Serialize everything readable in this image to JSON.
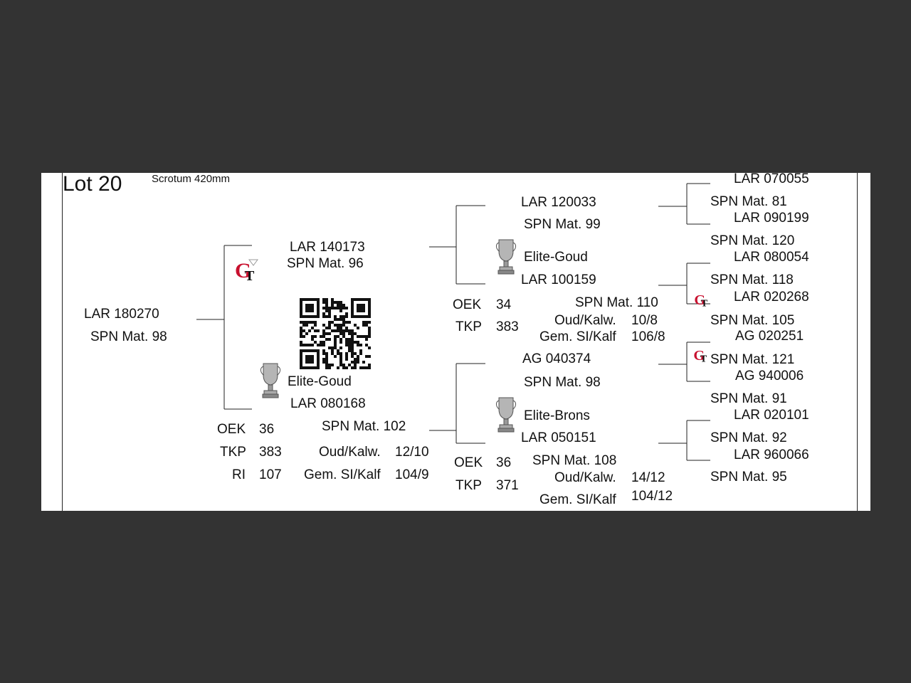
{
  "lot_title": "Lot 20",
  "scrotum": "Scrotum 420mm",
  "animal": {
    "id": "LAR 180270",
    "spn": "SPN Mat. 98"
  },
  "sire": {
    "id": "LAR 140173",
    "spn": "SPN Mat. 96",
    "stats": {
      "oek_label": "OEK",
      "oek": "36",
      "tkp_label": "TKP",
      "tkp": "383",
      "ri_label": "RI",
      "ri": "107"
    }
  },
  "dam": {
    "award": "Elite-Goud",
    "id": "LAR 080168",
    "spn": "SPN Mat. 102",
    "oud_label": "Oud/Kalw.",
    "oud": "12/10",
    "gem_label": "Gem. SI/Kalf",
    "gem": "104/9"
  },
  "sire_sire": {
    "id": "LAR 120033",
    "spn": "SPN Mat. 99"
  },
  "sire_dam": {
    "award": "Elite-Goud",
    "id": "LAR 100159",
    "spn": "SPN Mat. 110",
    "oek_label": "OEK",
    "oek": "34",
    "tkp_label": "TKP",
    "tkp": "383",
    "oud_label": "Oud/Kalw.",
    "oud": "10/8",
    "gem_label": "Gem. SI/Kalf",
    "gem": "106/8"
  },
  "dam_sire": {
    "id": "AG  040374",
    "spn": "SPN Mat. 98"
  },
  "dam_dam": {
    "award": "Elite-Brons",
    "id": "LAR 050151",
    "spn": "SPN Mat. 108",
    "oek_label": "OEK",
    "oek": "36",
    "tkp_label": "TKP",
    "tkp": "371",
    "oud_label": "Oud/Kalw.",
    "oud": "14/12",
    "gem_label": "Gem. SI/Kalf",
    "gem": "104/12"
  },
  "ggp": [
    {
      "id": "LAR 070055",
      "spn": "SPN Mat. 81"
    },
    {
      "id": "LAR 090199",
      "spn": "SPN Mat. 120"
    },
    {
      "id": "LAR 080054",
      "spn": "SPN Mat. 118"
    },
    {
      "id": "LAR 020268",
      "spn": "SPN Mat. 105"
    },
    {
      "id": "AG  020251",
      "spn": "SPN Mat. 121"
    },
    {
      "id": "AG  940006",
      "spn": "SPN Mat. 91"
    },
    {
      "id": "LAR 020101",
      "spn": "SPN Mat. 92"
    },
    {
      "id": "LAR 960066",
      "spn": "SPN Mat. 95"
    }
  ],
  "icons": {
    "logo": "gt-logo-icon",
    "trophy": "trophy-icon",
    "qr": "qr-code"
  },
  "colors": {
    "background": "#333333",
    "sheet": "#ffffff",
    "logo_red": "#c8102e",
    "trophy": "#9a9a9a"
  }
}
